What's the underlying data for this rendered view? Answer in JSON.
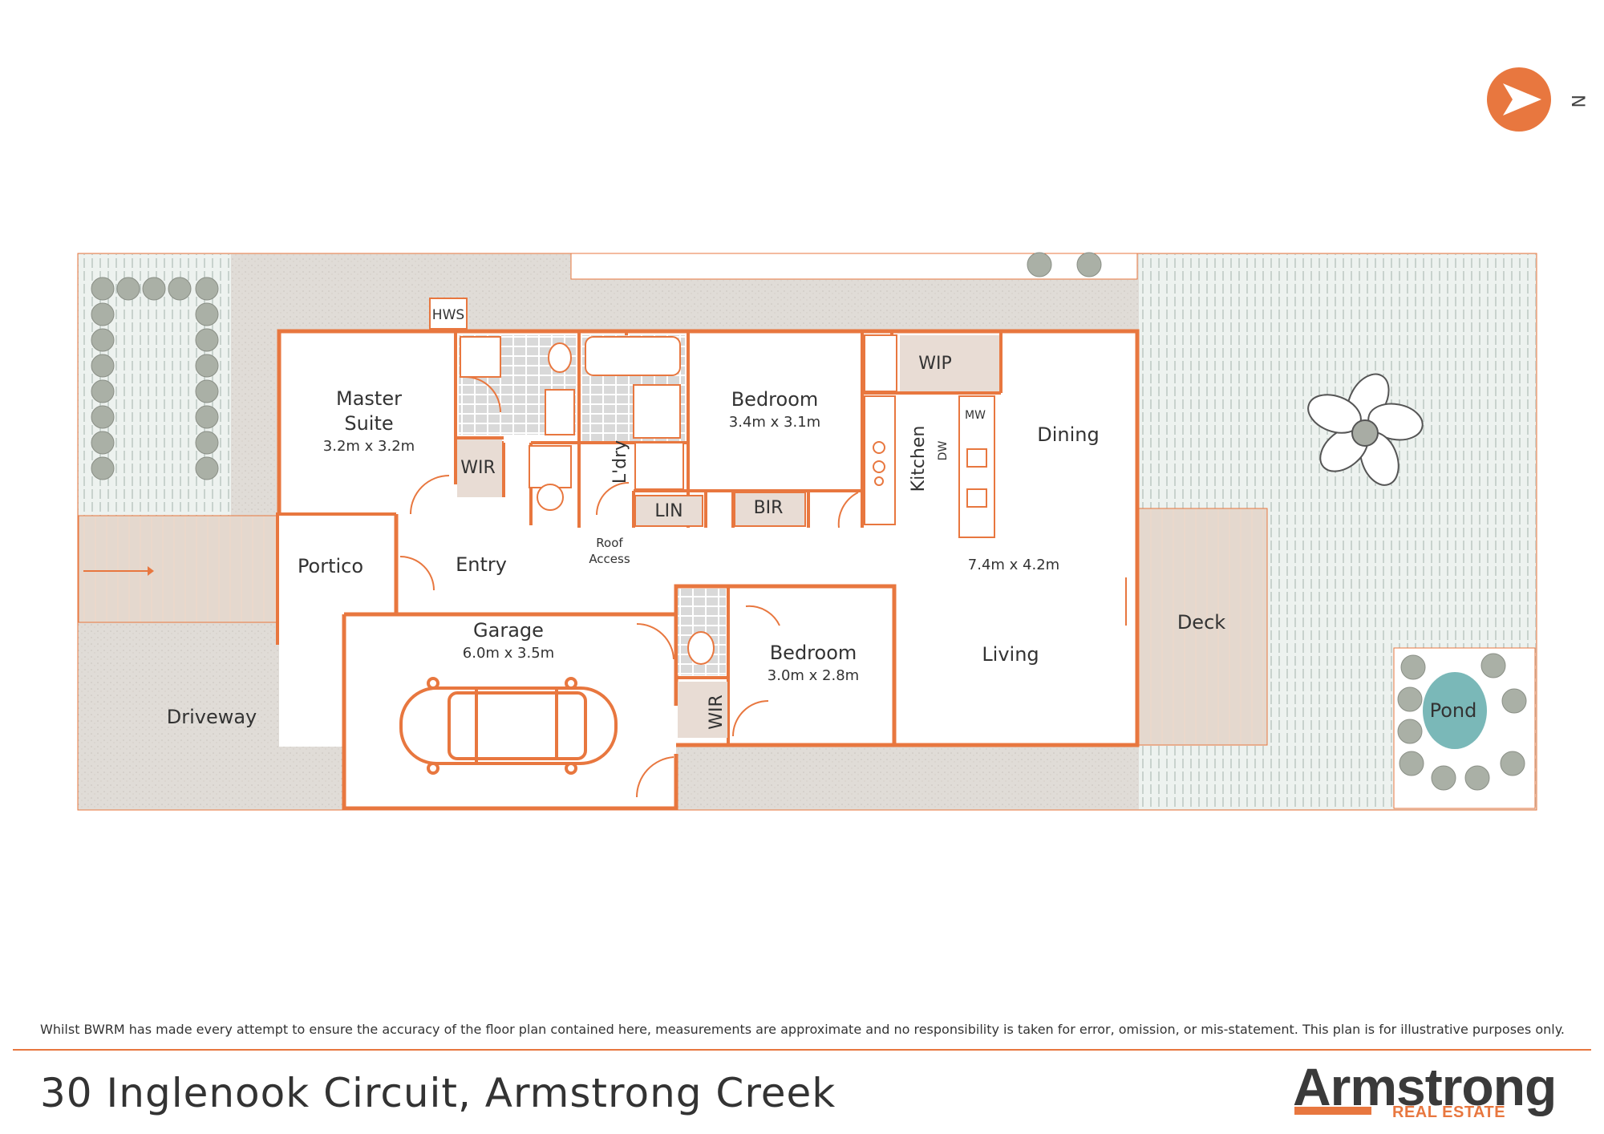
{
  "plan": {
    "compass": "N",
    "rooms": {
      "hws": "HWS",
      "master_title_1": "Master",
      "master_title_2": "Suite",
      "master_dim": "3.2m x 3.2m",
      "wir_master": "WIR",
      "ldry": "L'dry",
      "bedroom1": "Bedroom",
      "bedroom1_dim": "3.4m x 3.1m",
      "lin": "LIN",
      "bir": "BIR",
      "wip": "WIP",
      "mw": "MW",
      "dw": "DW",
      "kitchen": "Kitchen",
      "dining": "Dining",
      "living_dim": "7.4m x 4.2m",
      "living": "Living",
      "portico": "Portico",
      "entry": "Entry",
      "roof_access_1": "Roof",
      "roof_access_2": "Access",
      "garage": "Garage",
      "garage_dim": "6.0m x 3.5m",
      "bedroom2": "Bedroom",
      "bedroom2_dim": "3.0m x 2.8m",
      "wir_bed2": "WIR",
      "driveway": "Driveway",
      "deck": "Deck",
      "pond": "Pond"
    }
  },
  "footer": {
    "disclaimer": "Whilst BWRM  has made every attempt to ensure the accuracy of the floor plan contained here, measurements are approximate and no responsibility is taken for error, omission, or mis-statement. This plan is for illustrative purposes only.",
    "address": "30 Inglenook Circuit, Armstrong Creek"
  },
  "logo": {
    "word": "Armstrong",
    "sub": "REAL ESTATE"
  },
  "colors": {
    "wall": "#e8773f",
    "concrete": "#ddd8d2",
    "lawn": "#e8eeea",
    "deck": "#e2d6cc",
    "pond": "#7ab8b8",
    "shrub": "#a8a8a0"
  }
}
